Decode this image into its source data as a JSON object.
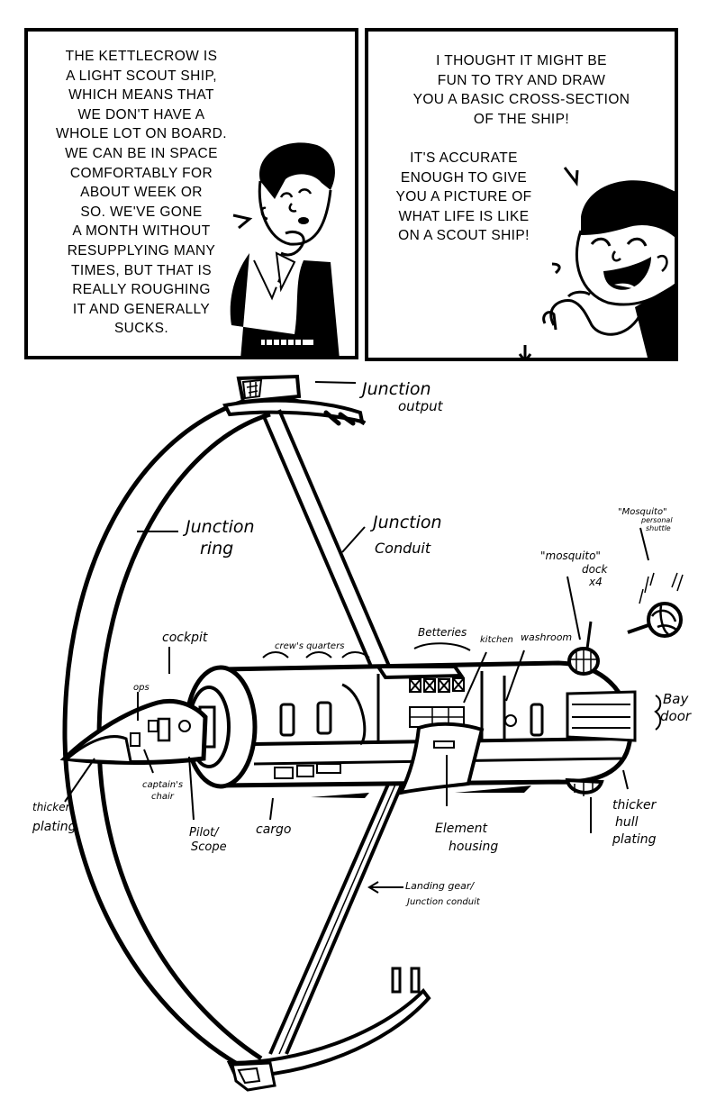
{
  "panels": [
    {
      "id": "panel-1",
      "speech": "THE KETTLECROW IS A LIGHT SCOUT SHIP, WHICH MEANS THAT WE DON'T HAVE A WHOLE LOT ON BOARD. WE CAN BE IN SPACE COMFORTABLY FOR ABOUT  WEEK OR SO.  WE'VE GONE A MONTH WITHOUT RESUPPLYING MANY TIMES, BUT THAT IS REALLY ROUGHING IT AND GENERALLY SUCKS.",
      "speech_lines": [
        "THE KETTLECROW IS",
        "A LIGHT SCOUT SHIP,",
        "WHICH MEANS THAT",
        "WE DON'T HAVE A",
        "WHOLE LOT ON BOARD.",
        "WE CAN BE IN SPACE",
        "COMFORTABLY FOR",
        "ABOUT  WEEK OR",
        "SO.  WE'VE GONE",
        "A MONTH WITHOUT",
        "RESUPPLYING MANY",
        "TIMES, BUT THAT IS",
        "REALLY ROUGHING",
        "IT AND GENERALLY",
        "SUCKS."
      ],
      "character_pose": "thinking, hand on chin"
    },
    {
      "id": "panel-2",
      "speech_a_lines": [
        "I THOUGHT IT MIGHT BE",
        "FUN TO TRY AND DRAW",
        "YOU A BASIC CROSS-SECTION",
        "OF THE SHIP!"
      ],
      "speech_b_lines": [
        "IT'S ACCURATE",
        "ENOUGH TO GIVE",
        "YOU A PICTURE OF",
        "WHAT LIFE IS LIKE",
        "ON A SCOUT SHIP!"
      ],
      "character_pose": "smiling, pointing down"
    }
  ],
  "diagram": {
    "subject": "Kettlecrow cross-section",
    "labels": {
      "junction_output": [
        "Junction",
        "output"
      ],
      "junction_ring": [
        "Junction",
        "ring"
      ],
      "junction_conduit": [
        "Junction",
        "Conduit"
      ],
      "mosquito_shuttle": [
        "\"Mosquito\"",
        "personal",
        "shuttle"
      ],
      "mosquito_dock": [
        "\"mosquito\"",
        "dock",
        "x4"
      ],
      "cockpit": "cockpit",
      "crews_quarters": "crew's quarters",
      "batteries": "Betteries",
      "kitchen": "kitchen",
      "washroom": "washroom",
      "bay_door": [
        "Bay",
        "door"
      ],
      "ops": "ops",
      "captains_chair": [
        "captain's",
        "chair"
      ],
      "thicker_plating": [
        "thicker",
        "plating"
      ],
      "pilot_scope": [
        "Pilot/",
        "Scope"
      ],
      "cargo": "cargo",
      "element_housing": [
        "Element",
        "housing"
      ],
      "thicker_hull_plating": [
        "thicker",
        "hull",
        "plating"
      ],
      "landing_gear": [
        "Landing gear/",
        "Junction conduit"
      ]
    }
  }
}
